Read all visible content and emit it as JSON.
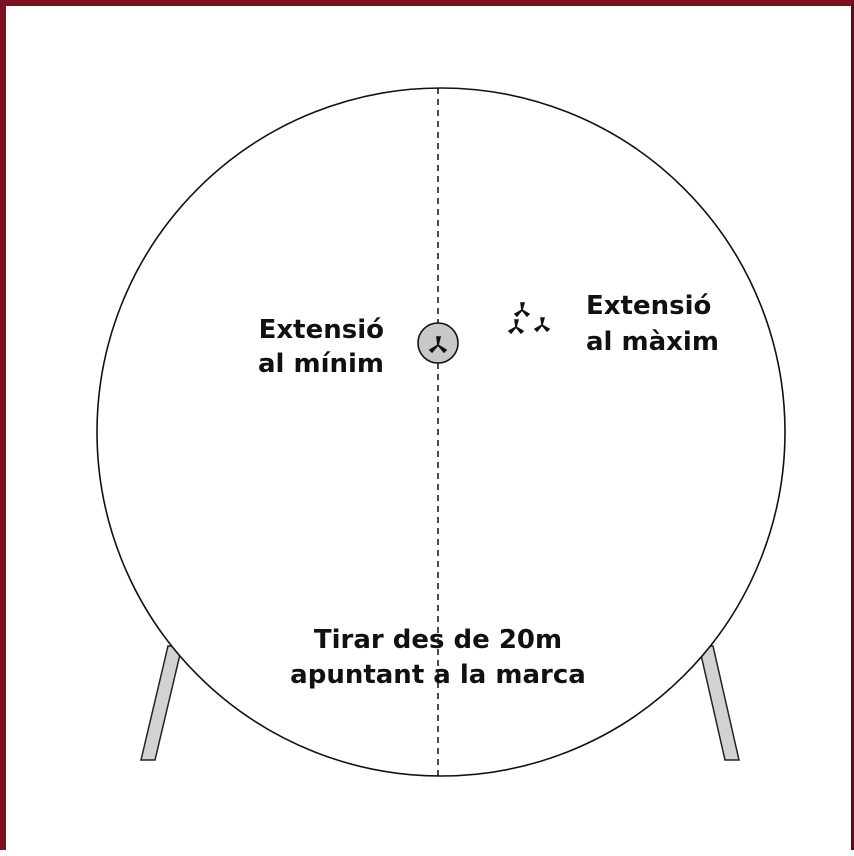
{
  "labels": {
    "min_line1": "Extensió",
    "min_line2": "al mínim",
    "max_line1": "Extensió",
    "max_line2": "al màxim",
    "instruction_line1": "Tirar des de 20m",
    "instruction_line2": "apuntant a la marca"
  },
  "colors": {
    "frame": "#7a1020",
    "stand": "#d2d2d2",
    "marker": "#c8c8c8",
    "ink": "#111111"
  }
}
